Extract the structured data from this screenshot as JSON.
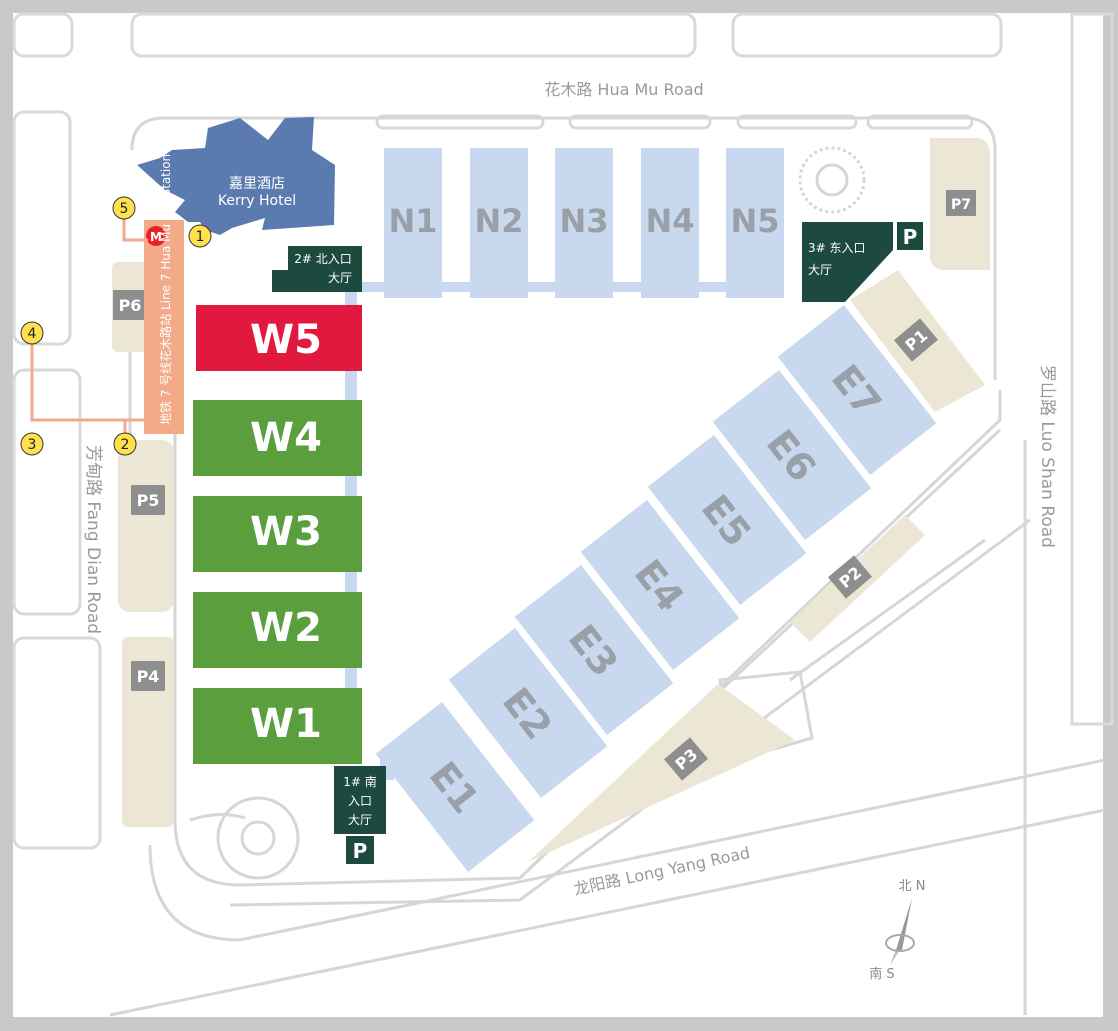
{
  "roads": {
    "hua_mu": "花木路 Hua Mu Road",
    "luo_shan": "罗山路 Luo Shan Road",
    "fang_dian": "芳甸路 Fang Dian Road",
    "long_yang": "龙阳路 Long Yang Road"
  },
  "hotel": {
    "name_cn": "嘉里酒店",
    "name_en": "Kerry Hotel"
  },
  "metro": {
    "label": "地铁 7 号线花木路站 Line 7 Hua Mu Rd. Station"
  },
  "exits": [
    "1",
    "2",
    "3",
    "4",
    "5"
  ],
  "entrances": {
    "north": {
      "line1": "2# 北入口",
      "line2": "大厅"
    },
    "east": {
      "line1": "3# 东入口",
      "line2": "大厅"
    },
    "south": {
      "line1": "1# 南",
      "line2": "入口",
      "line3": "大厅"
    }
  },
  "parking_symbol": "P",
  "halls": {
    "north": [
      "N1",
      "N2",
      "N3",
      "N4",
      "N5"
    ],
    "west": [
      {
        "name": "W5",
        "status": "highlighted",
        "color": "#e1193e"
      },
      {
        "name": "W4",
        "status": "active",
        "color": "#5a9e3e"
      },
      {
        "name": "W3",
        "status": "active",
        "color": "#5a9e3e"
      },
      {
        "name": "W2",
        "status": "active",
        "color": "#5a9e3e"
      },
      {
        "name": "W1",
        "status": "active",
        "color": "#5a9e3e"
      }
    ],
    "east": [
      "E1",
      "E2",
      "E3",
      "E4",
      "E5",
      "E6",
      "E7"
    ]
  },
  "parking": [
    "P1",
    "P2",
    "P3",
    "P4",
    "P5",
    "P6",
    "P7"
  ],
  "compass": {
    "north": "北 N",
    "south": "南 S"
  },
  "colors": {
    "inactive_hall": "#c8d8ee",
    "hall_text": "#9aa0a8",
    "parking_area": "#ece6d5",
    "parking_badge": "#8e8e8e",
    "entrance": "#1c4a3e",
    "hotel": "#5b7bb0",
    "metro": "#f2aa88",
    "metro_icon": "#e8222b",
    "exit_marker": "#ffe14d",
    "road_line": "#d6d6d6",
    "background": "#ffffff"
  }
}
